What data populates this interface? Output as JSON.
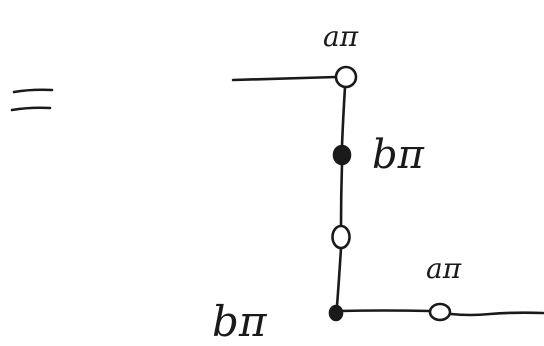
{
  "equation": {
    "symbol": "="
  },
  "diagram": {
    "top_node_label": "aπ",
    "upper_filled_node_label": "bπ",
    "corner_node_label": "bπ",
    "right_node_label": "aπ"
  },
  "colors": {
    "ink": "#1a1a1a",
    "background": "#ffffff"
  }
}
